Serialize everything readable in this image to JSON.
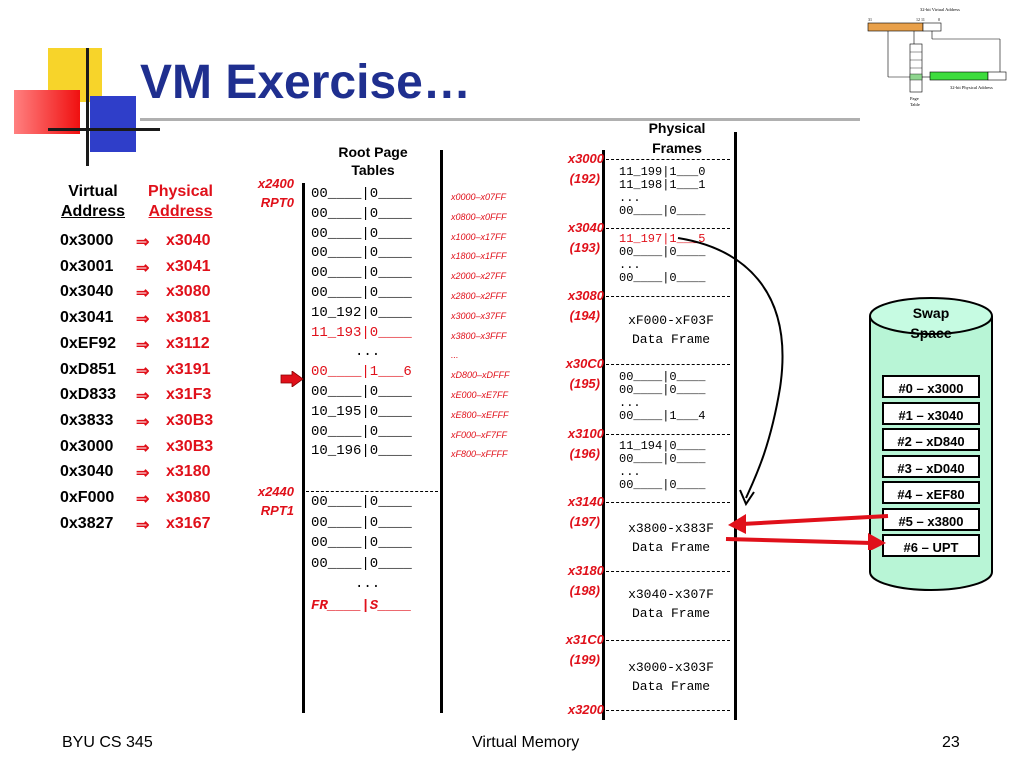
{
  "title": "VM Exercise…",
  "headers": {
    "virtual_l1": "Virtual",
    "virtual_l2": "Address",
    "physical_l1": "Physical",
    "physical_l2": "Address",
    "root_l1": "Root Page",
    "root_l2": "Tables",
    "frames_l1": "Physical",
    "frames_l2": "Frames",
    "swap_l1": "Swap",
    "swap_l2": "Space"
  },
  "arrow_glyph": "⇒",
  "translations": [
    {
      "va": "0x3000",
      "pa": "x3040"
    },
    {
      "va": "0x3001",
      "pa": "x3041"
    },
    {
      "va": "0x3040",
      "pa": "x3080"
    },
    {
      "va": "0x3041",
      "pa": "x3081"
    },
    {
      "va": "0xEF92",
      "pa": "x3112"
    },
    {
      "va": "0xD851",
      "pa": "x3191"
    },
    {
      "va": "0xD833",
      "pa": "x31F3"
    },
    {
      "va": "0x3833",
      "pa": "x30B3"
    },
    {
      "va": "0x3000",
      "pa": "x30B3"
    },
    {
      "va": "0x3040",
      "pa": "x3180"
    },
    {
      "va": "0xF000",
      "pa": "x3080"
    },
    {
      "va": "0x3827",
      "pa": "x3167"
    }
  ],
  "rpt0": {
    "addr": "x2400",
    "name": "RPT0",
    "entries": [
      "00____|0____",
      "00____|0____",
      "00____|0____",
      "00____|0____",
      "00____|0____",
      "00____|0____",
      "10_192|0____",
      "11_193|0____",
      "...",
      "00____|1___6",
      "00____|0____",
      "10_195|0____",
      "00____|0____",
      "10_196|0____"
    ],
    "ranges": [
      "x0000–x07FF",
      "x0800–x0FFF",
      "x1000–x17FF",
      "x1800–x1FFF",
      "x2000–x27FF",
      "x2800–x2FFF",
      "x3000–x37FF",
      "x3800–x3FFF",
      "...",
      "xD800–xDFFF",
      "xE000–xE7FF",
      "xE800–xEFFF",
      "xF000–xF7FF",
      "xF800–xFFFF"
    ]
  },
  "rpt1": {
    "addr": "x2440",
    "name": "RPT1",
    "entries": [
      "00____|0____",
      "00____|0____",
      "00____|0____",
      "00____|0____",
      "..."
    ],
    "legend": "FR____|S____"
  },
  "frame_labels": [
    {
      "addr": "x3000",
      "num": "(192)"
    },
    {
      "addr": "x3040",
      "num": "(193)"
    },
    {
      "addr": "x3080",
      "num": "(194)"
    },
    {
      "addr": "x30C0",
      "num": "(195)"
    },
    {
      "addr": "x3100",
      "num": "(196)"
    },
    {
      "addr": "x3140",
      "num": "(197)"
    },
    {
      "addr": "x3180",
      "num": "(198)"
    },
    {
      "addr": "x31C0",
      "num": "(199)"
    },
    {
      "addr": "x3200",
      "num": ""
    }
  ],
  "frames": {
    "f192": [
      "11_199|1___0",
      "11_198|1___1",
      "...",
      "00____|0____"
    ],
    "f193": [
      "11_197|1___5",
      "00____|0____",
      "...",
      "00____|0____"
    ],
    "f194": [
      "xF000-xF03F",
      "Data Frame"
    ],
    "f195": [
      "00____|0____",
      "00____|0____",
      "...",
      "00____|1___4"
    ],
    "f196": [
      "11_194|0____",
      "00____|0____",
      "...",
      "00____|0____"
    ],
    "f197": [
      "x3800-x383F",
      "Data Frame"
    ],
    "f198": [
      "x3040-x307F",
      "Data Frame"
    ],
    "f199": [
      "x3000-x303F",
      "Data Frame"
    ]
  },
  "swap": [
    "#0 – x3000",
    "#1 – x3040",
    "#2 – xD840",
    "#3 – xD040",
    "#4 – xEF80",
    "#5 – x3800",
    "#6 – UPT"
  ],
  "thumbnail": {
    "top_label": "32-bit Virtual Address",
    "b31": "31",
    "b1211": "12 11",
    "b0": "0",
    "right_label": "32-bit Physical Address",
    "bottom_label1": "Page",
    "bottom_label2": "Table"
  },
  "footer": {
    "left": "BYU CS 345",
    "center": "Virtual Memory",
    "right": "23"
  },
  "colors": {
    "title": "#1f2f8f",
    "accent": "#e0101a",
    "swap_fill": "#b8f5d6",
    "swap_top": "#c6fbe2"
  }
}
